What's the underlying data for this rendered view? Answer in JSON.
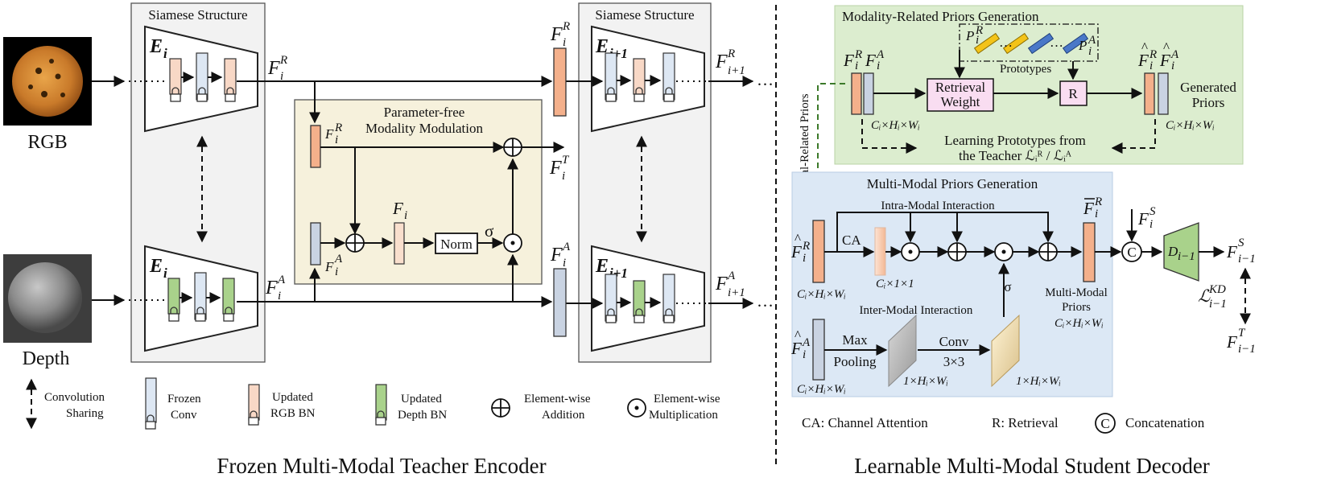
{
  "inputs": {
    "rgb_label": "RGB",
    "depth_label": "Depth"
  },
  "encoder": {
    "siamese_left": "Siamese Structure",
    "siamese_right": "Siamese Structure",
    "e_i": "E",
    "e_i_sub": "i",
    "e_next_sub": "i+1",
    "pfm_title_1": "Parameter-free",
    "pfm_title_2": "Modality Modulation",
    "norm": "Norm",
    "sigma": "σ",
    "f_label": "F",
    "sup_r": "R",
    "sup_a": "A",
    "sup_t": "T",
    "sub_i": "i",
    "sub_next": "i+1",
    "dots": "…"
  },
  "decoder": {
    "mrp_title": "Modality-Related Priors Generation",
    "prototypes": "Prototypes",
    "retrieval_1": "Retrieval",
    "retrieval_2": "Weight",
    "r_box": "R",
    "generated_1": "Generated",
    "generated_2": "Priors",
    "dim_chw": "Cᵢ×Hᵢ×Wᵢ",
    "learning_1": "Learning Prototypes from",
    "learning_2": "the Teacher  ℒᵢᴿ / ℒᵢᴬ",
    "modal_related": "Modal-Related Priors",
    "mmp_title": "Multi-Modal Priors Generation",
    "intra": "Intra-Modal Interaction",
    "inter": "Inter-Modal Interaction",
    "ca": "CA",
    "dim_c11": "Cᵢ×1×1",
    "dim_1hw": "1×Hᵢ×Wᵢ",
    "max_1": "Max",
    "max_2": "Pooling",
    "conv_1": "Conv",
    "conv_2": "3×3",
    "mm_priors_1": "Multi-Modal",
    "mm_priors_2": "Priors",
    "concat": "C",
    "d_label": "D",
    "d_sub": "i−1",
    "fs_label": "F",
    "fs_sup": "S",
    "ft_sup": "T",
    "kd": "ℒ",
    "kd_sup": "KD",
    "kd_sub": "i−1",
    "sub_prev": "i−1"
  },
  "legend": {
    "conv_sharing_1": "Convolution",
    "conv_sharing_2": "Sharing",
    "frozen_1": "Frozen",
    "frozen_2": "Conv",
    "rgbbn_1": "Updated",
    "rgbbn_2": "RGB BN",
    "depbn_1": "Updated",
    "depbn_2": "Depth BN",
    "add_1": "Element-wise",
    "add_2": "Addition",
    "mul_1": "Element-wise",
    "mul_2": "Multiplication",
    "ca_def": "CA:  Channel Attention",
    "r_def": "R:  Retrieval",
    "c_def": "Concatenation",
    "c_sym": "C"
  },
  "captions": {
    "left": "Frozen Multi-Modal Teacher Encoder",
    "right": "Learnable Multi-Modal Student Decoder"
  },
  "colors": {
    "rgb_feature": "#f4b08b",
    "depth_feature": "#c9d3e2",
    "frozen_conv": "#dde7f3",
    "rgb_bn": "#f8d8c6",
    "depth_bn": "#a9d28b",
    "modulation_bg": "#f6f1dc",
    "mrp_bg": "#dcedcf",
    "mmp_bg": "#dce8f5"
  }
}
